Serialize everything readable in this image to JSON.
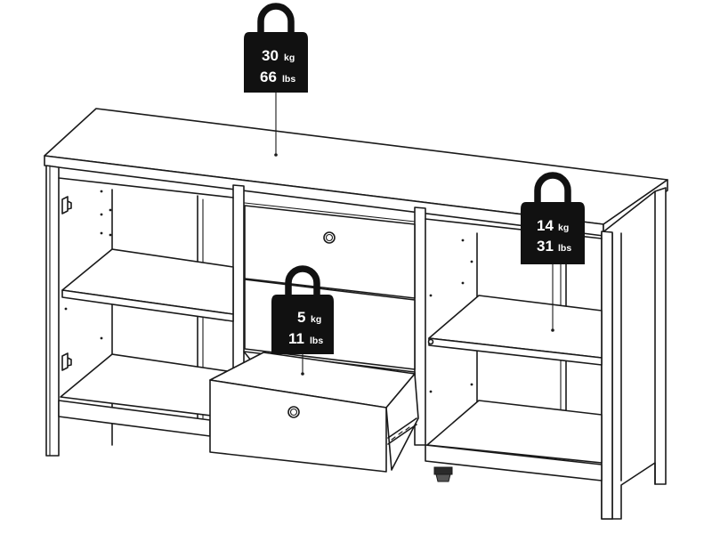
{
  "weights": {
    "top": {
      "kg_value": "30",
      "kg_unit": "kg",
      "lbs_value": "66",
      "lbs_unit": "lbs"
    },
    "right_shelf": {
      "kg_value": "14",
      "kg_unit": "kg",
      "lbs_value": "31",
      "lbs_unit": "lbs"
    },
    "drawer": {
      "kg_value": "5",
      "kg_unit": "kg",
      "lbs_value": "11",
      "lbs_unit": "lbs"
    }
  },
  "colors": {
    "ink": "#1a1a1a",
    "weight_fill": "#111111",
    "background": "#ffffff"
  },
  "icons": {
    "weight": "kettlebell-weight-icon",
    "knob": "drawer-knob-icon",
    "hinge": "door-hinge-icon"
  }
}
